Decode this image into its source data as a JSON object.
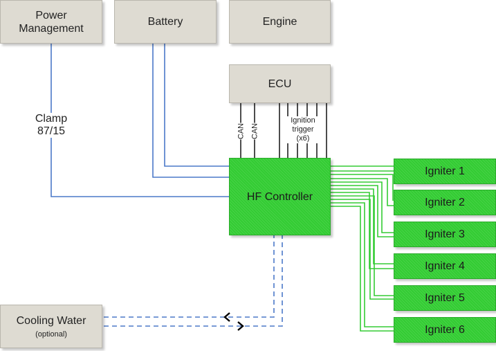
{
  "boxes": {
    "power_management": "Power\nManagement",
    "battery": "Battery",
    "engine": "Engine",
    "ecu": "ECU",
    "hf_controller": "HF Controller",
    "cooling_water": "Cooling Water",
    "cooling_water_note": "(optional)",
    "igniters": [
      "Igniter 1",
      "Igniter 2",
      "Igniter 3",
      "Igniter 4",
      "Igniter 5",
      "Igniter 6"
    ]
  },
  "labels": {
    "clamp": "Clamp\n87/15",
    "can_1": "CAN",
    "can_2": "CAN",
    "ignition_trigger": "Ignition\ntrigger\n(x6)"
  },
  "colors": {
    "grey_box": "#dedbd2",
    "green_box": "#33cc33",
    "power_wire": "#4a78c8",
    "igniter_wire": "#33cc33",
    "signal_wire": "#000000"
  }
}
